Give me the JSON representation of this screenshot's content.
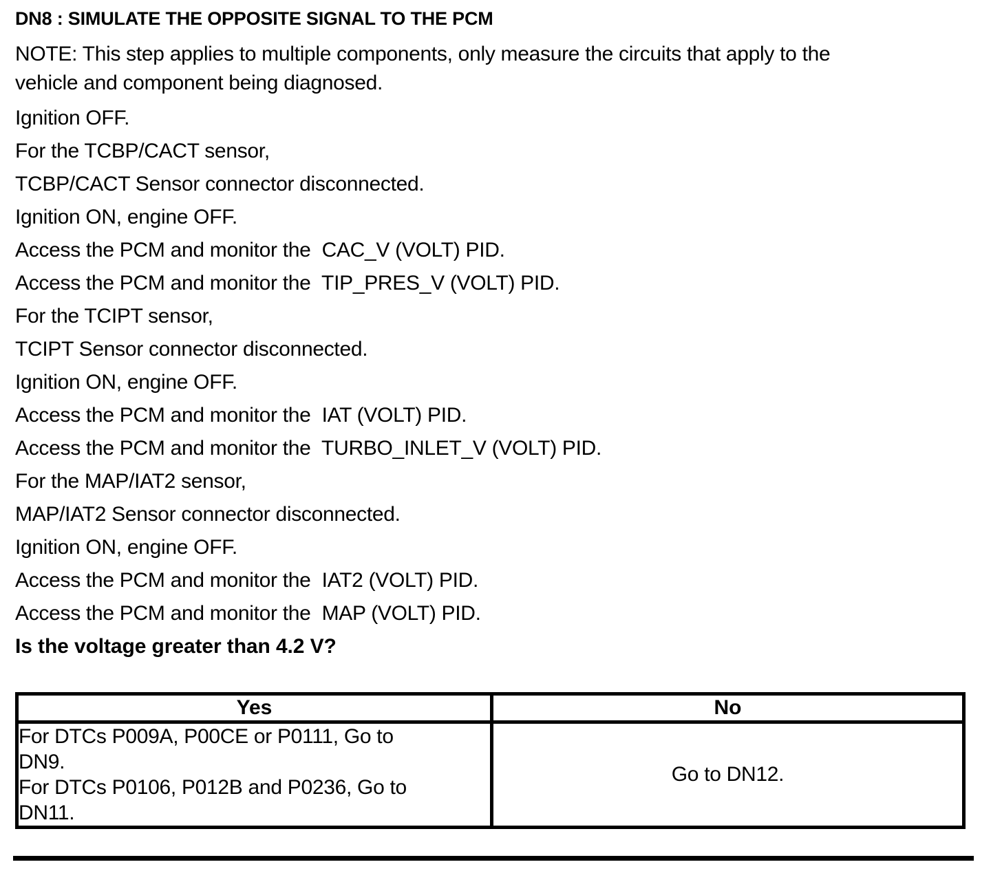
{
  "page": {
    "title": "DN8 : SIMULATE THE OPPOSITE SIGNAL TO THE PCM",
    "note_lines": [
      "NOTE: This step applies to multiple components, only measure the circuits that apply to the",
      "vehicle and component being diagnosed."
    ],
    "steps": [
      "Ignition OFF.",
      "For the TCBP/CACT sensor,",
      "TCBP/CACT Sensor connector disconnected.",
      "Ignition ON, engine OFF.",
      "Access the PCM and monitor the  CAC_V (VOLT) PID.",
      "Access the PCM and monitor the  TIP_PRES_V (VOLT) PID.",
      "For the TCIPT sensor,",
      "TCIPT Sensor connector disconnected.",
      "Ignition ON, engine OFF.",
      "Access the PCM and monitor the  IAT (VOLT) PID.",
      "Access the PCM and monitor the  TURBO_INLET_V (VOLT) PID.",
      "For the MAP/IAT2 sensor,",
      "MAP/IAT2 Sensor connector disconnected.",
      "Ignition ON, engine OFF.",
      "Access the PCM and monitor the  IAT2 (VOLT) PID.",
      "Access the PCM and monitor the  MAP (VOLT) PID."
    ],
    "question": "Is the voltage greater than 4.2 V?"
  },
  "decision_table": {
    "yes_header": "Yes",
    "no_header": "No",
    "yes_lines": [
      "For DTCs P009A, P00CE or P0111, Go to",
      "DN9.",
      "For DTCs P0106, P012B and P0236, Go to",
      "DN11."
    ],
    "no_text": "Go to DN12."
  },
  "colors": {
    "text": "#000000",
    "background": "#ffffff",
    "border": "#000000"
  }
}
